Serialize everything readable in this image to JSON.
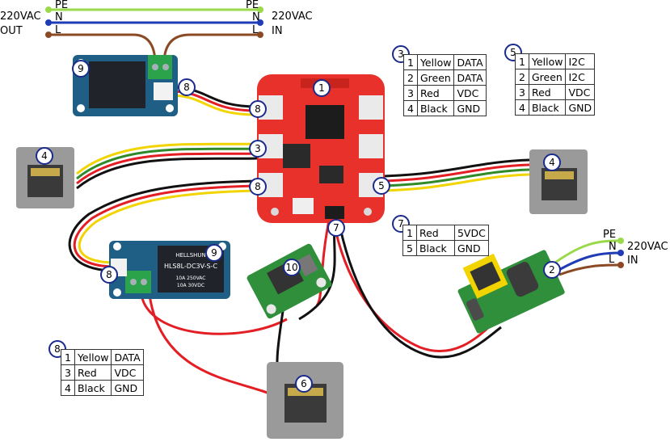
{
  "power_top": {
    "pe_left": "PE",
    "pe_right": "PE",
    "n_left": "N",
    "n_right": "N",
    "l_left": "L",
    "l_right": "L",
    "left_voltage": "220VAC",
    "left_out": "OUT",
    "right_voltage": "220VAC",
    "right_in": "IN"
  },
  "power_right": {
    "pe": "PE",
    "n": "N",
    "l": "L",
    "voltage": "220VAC",
    "in": "IN"
  },
  "badges": {
    "b1": "1",
    "b2": "2",
    "b3": "3",
    "b4a": "4",
    "b4b": "4",
    "b5": "5",
    "b6": "6",
    "b7": "7",
    "b8a": "8",
    "b8b": "8",
    "b8c": "8",
    "b8d": "8",
    "b9a": "9",
    "b9b": "9",
    "b10": "10",
    "t3": "3",
    "t5": "5",
    "t7": "7",
    "t8": "8"
  },
  "relay_text": {
    "brand": "HELLSHUN",
    "model": "HLS8L-DC3V-S-C",
    "rating1": "10A 250VAC",
    "rating2": "10A 30VDC"
  },
  "tables": {
    "t3": [
      [
        "1",
        "Yellow",
        "DATA"
      ],
      [
        "2",
        "Green",
        "DATA"
      ],
      [
        "3",
        "Red",
        "VDC"
      ],
      [
        "4",
        "Black",
        "GND"
      ]
    ],
    "t5": [
      [
        "1",
        "Yellow",
        "I2C"
      ],
      [
        "2",
        "Green",
        "I2C"
      ],
      [
        "3",
        "Red",
        "VDC"
      ],
      [
        "4",
        "Black",
        "GND"
      ]
    ],
    "t7": [
      [
        "1",
        "Red",
        "5VDC"
      ],
      [
        "5",
        "Black",
        "GND"
      ]
    ],
    "t8": [
      [
        "1",
        "Yellow",
        "DATA"
      ],
      [
        "3",
        "Red",
        "VDC"
      ],
      [
        "4",
        "Black",
        "GND"
      ]
    ]
  },
  "colors": {
    "pe": "#9ad94a",
    "n": "#1f3bb5",
    "l": "#8b4a24",
    "yellow": "#f2d400",
    "green": "#2f8a2a",
    "red": "#e31e24",
    "black": "#111111",
    "wio_board": "#e8312a",
    "grove_board": "#1f5f86",
    "dcdc_board": "#2f8f3a",
    "badge_border": "#1a2b8c"
  }
}
